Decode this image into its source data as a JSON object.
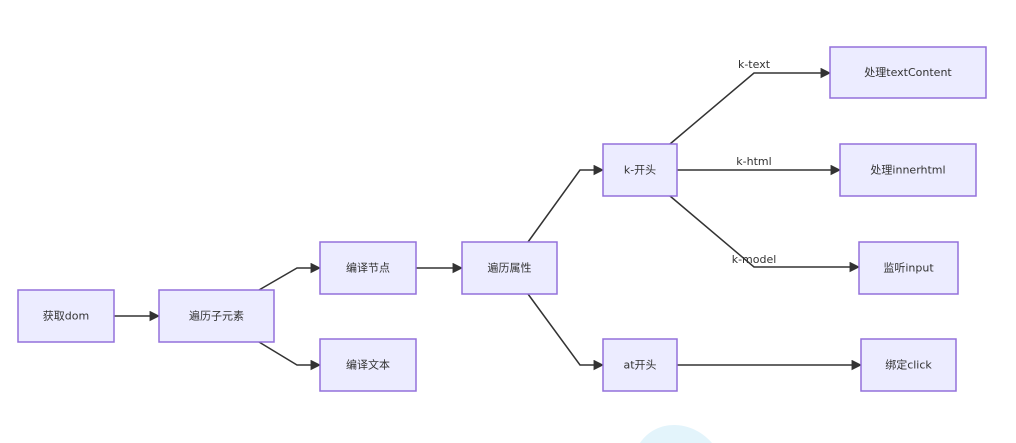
{
  "diagram": {
    "type": "flowchart",
    "direction": "LR",
    "colors": {
      "node_fill": "#ECECFF",
      "node_stroke": "#9370DB",
      "edge": "#333333",
      "text": "#333333"
    },
    "nodes": [
      {
        "id": "getDom",
        "label": "获取dom"
      },
      {
        "id": "traverseChildren",
        "label": "遍历子元素"
      },
      {
        "id": "compileNode",
        "label": "编译节点"
      },
      {
        "id": "compileText",
        "label": "编译文本"
      },
      {
        "id": "traverseAttrs",
        "label": "遍历属性"
      },
      {
        "id": "kPrefix",
        "label": "k-开头"
      },
      {
        "id": "atPrefix",
        "label": "at开头"
      },
      {
        "id": "handleTextContent",
        "label": "处理textContent"
      },
      {
        "id": "handleInnerhtml",
        "label": "处理innerhtml"
      },
      {
        "id": "listenInput",
        "label": "监听input"
      },
      {
        "id": "bindClick",
        "label": "绑定click"
      }
    ],
    "edges": [
      {
        "from": "getDom",
        "to": "traverseChildren",
        "label": ""
      },
      {
        "from": "traverseChildren",
        "to": "compileNode",
        "label": ""
      },
      {
        "from": "traverseChildren",
        "to": "compileText",
        "label": ""
      },
      {
        "from": "compileNode",
        "to": "traverseAttrs",
        "label": ""
      },
      {
        "from": "traverseAttrs",
        "to": "kPrefix",
        "label": ""
      },
      {
        "from": "traverseAttrs",
        "to": "atPrefix",
        "label": ""
      },
      {
        "from": "kPrefix",
        "to": "handleTextContent",
        "label": "k-text"
      },
      {
        "from": "kPrefix",
        "to": "handleInnerhtml",
        "label": "k-html"
      },
      {
        "from": "kPrefix",
        "to": "listenInput",
        "label": "k-model"
      },
      {
        "from": "atPrefix",
        "to": "bindClick",
        "label": ""
      }
    ]
  }
}
